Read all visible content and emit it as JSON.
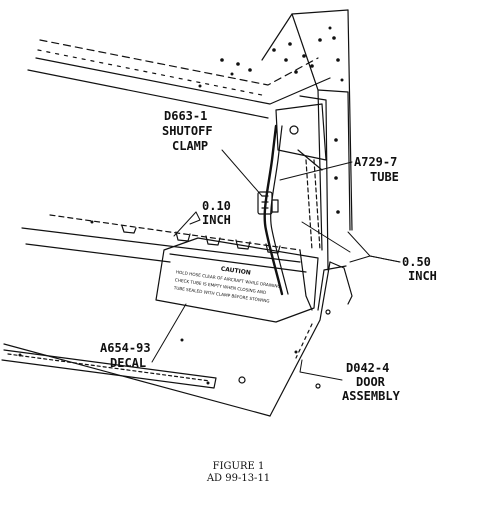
{
  "callouts": {
    "clamp": [
      "D663-1",
      "SHUTOFF",
      "CLAMP"
    ],
    "tube": [
      "A729-7",
      "TUBE"
    ],
    "dim_small": [
      "0.10",
      "INCH"
    ],
    "dim_large": [
      "0.50",
      "INCH"
    ],
    "decal": [
      "A654-93",
      "DECAL"
    ],
    "door": [
      "D042-4",
      "DOOR",
      "ASSEMBLY"
    ]
  },
  "decal_plate": {
    "title": "CAUTION",
    "lines": [
      "HOLD HOSE CLEAR OF AIRCRAFT WHILE DRAINING",
      "CHECK TUBE IS EMPTY WHEN CLOSING AND",
      "TUBE SEALED WITH CLAMP BEFORE STOWING"
    ]
  },
  "caption": {
    "line1": "FIGURE 1",
    "line2": "AD 99-13-11"
  }
}
